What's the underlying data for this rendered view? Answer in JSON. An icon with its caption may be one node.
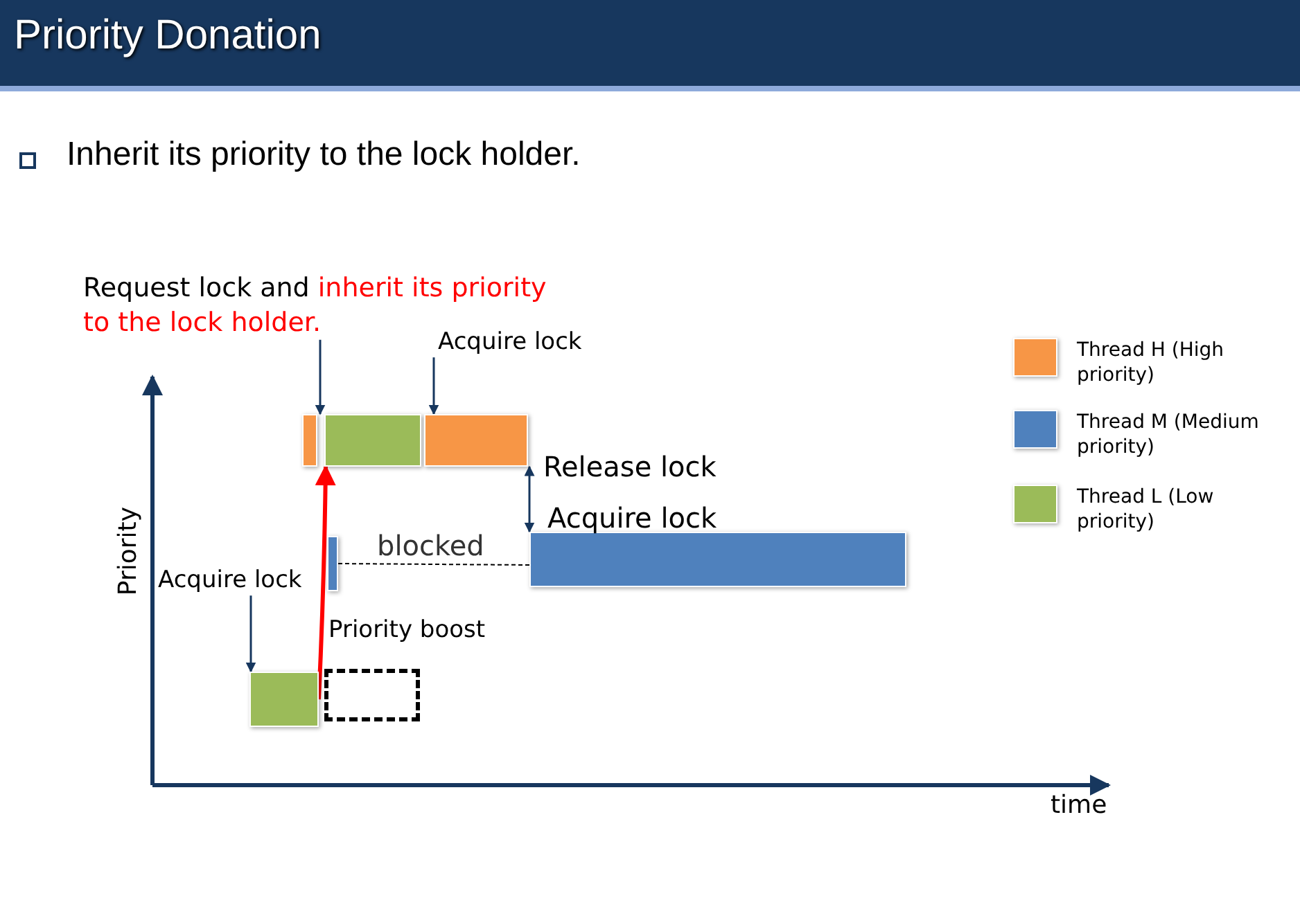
{
  "diagram": {
    "title": "Priority Donation",
    "nodes": [
      {
        "text": [
          "Request lock and",
          "inherit its priority to the lock holder."
        ]
      },
      {
        "text": [
          "Acquire lock"
        ]
      },
      {
        "text": [],
        "shape": "bar"
      },
      {
        "text": [],
        "shape": "bar"
      },
      {
        "text": [],
        "shape": "bar"
      },
      {
        "text": [],
        "shape": "bar"
      },
      {
        "text": [],
        "shape": "bar"
      },
      {
        "text": [
          "Acquire lock"
        ]
      },
      {
        "text": [],
        "shape": "bar"
      },
      {
        "text": [],
        "shape": "box"
      }
    ],
    "edges": [
      {
        "from": 0,
        "to": 3,
        "arrow": "to"
      },
      {
        "from": 1,
        "to": 4,
        "arrow": "to"
      },
      {
        "from": 4,
        "to": 6,
        "arrow": "both"
      },
      {
        "from": 7,
        "to": 8,
        "arrow": "to"
      },
      {
        "from": 8,
        "to": 3,
        "arrow": "to",
        "label": "Priority boost",
        "style": "thick",
        "color": "#ff0000"
      },
      {
        "from": 5,
        "to": 6,
        "arrow": "none",
        "label": "blocked",
        "style": "dashed",
        "color": "#000000"
      }
    ],
    "labels": [
      "Inherit its priority to the lock holder.",
      "Release lock",
      "Acquire lock",
      "Priority",
      "time"
    ],
    "legend": [
      {
        "text": "Thread H (High priority)",
        "color": "#f79646"
      },
      {
        "text": "Thread M (Medium priority)",
        "color": "#4f81bd"
      },
      {
        "text": "Thread L (Low priority)",
        "color": "#9bbb59"
      }
    ]
  }
}
